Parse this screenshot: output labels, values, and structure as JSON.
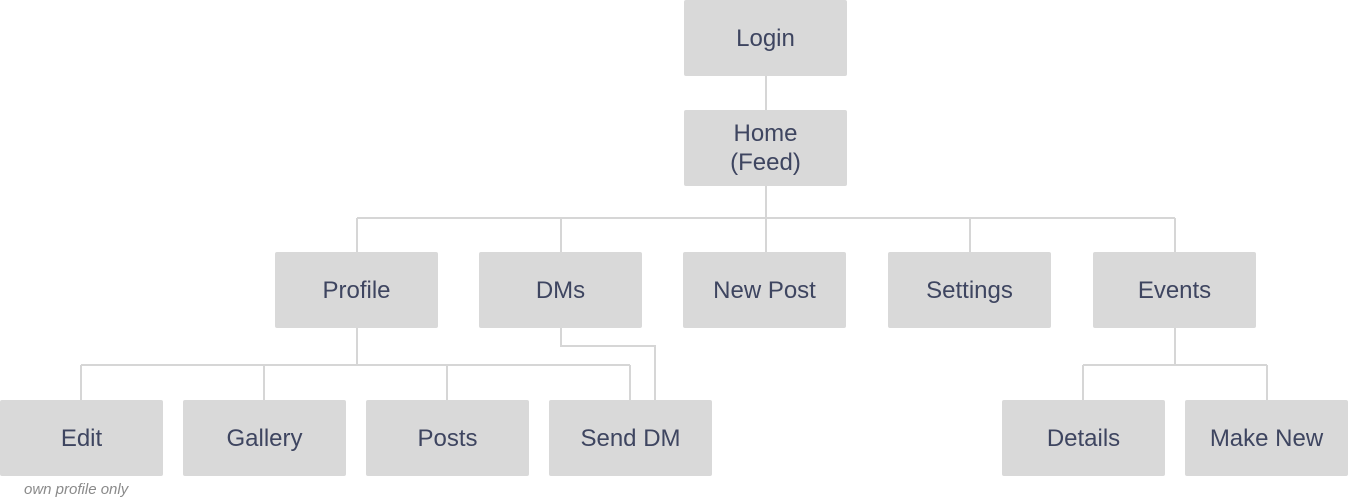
{
  "colors": {
    "node_fill": "#d9d9d9",
    "node_text": "#3e4560",
    "connector": "#d6d6d6",
    "note_text": "#8a8a8a"
  },
  "nodes": {
    "login": "Login",
    "home": "Home\n(Feed)",
    "profile": "Profile",
    "dms": "DMs",
    "new_post": "New Post",
    "settings": "Settings",
    "events": "Events",
    "edit": "Edit",
    "gallery": "Gallery",
    "posts": "Posts",
    "send_dm": "Send DM",
    "details": "Details",
    "make_new": "Make New"
  },
  "notes": {
    "edit_note": "own profile only"
  }
}
